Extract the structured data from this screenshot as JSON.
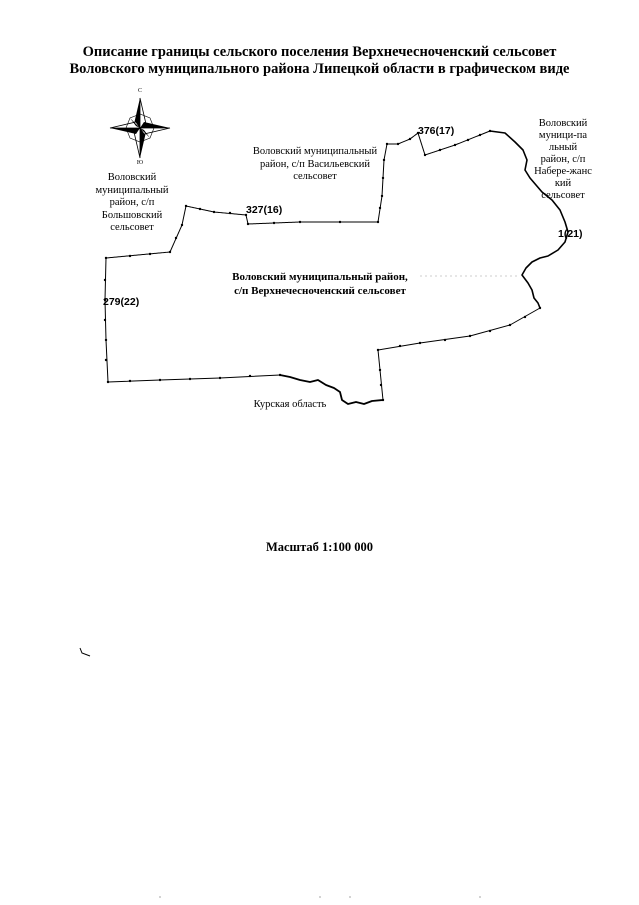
{
  "title": {
    "line1": "Описание границы сельского поселения Верхнечесноченский сельсовет",
    "line2": "Воловского муниципального района Липецкой области в графическом виде"
  },
  "compass": {
    "north": "С",
    "south": "Ю"
  },
  "neighbors": {
    "bolshovsky": [
      "Воловский",
      "муниципальный",
      "район, с/п",
      "Большовский",
      "сельсовет"
    ],
    "vasilievsky": [
      "Воловский муниципальный",
      "район, с/п Васильевский",
      "сельсовет"
    ],
    "naberezhansky": [
      "Воловский",
      "муници-па",
      "льный",
      "район, с/п",
      "Набере-жанс",
      "кий",
      "сельсовет"
    ],
    "kursk": "Курская область"
  },
  "points": {
    "p376": "376(17)",
    "p327": "327(16)",
    "p1": "1(21)",
    "p279": "279(22)"
  },
  "center_label": {
    "line1": "Воловский муниципальный район,",
    "line2": "с/п Верхнечесноченский сельсовет"
  },
  "scale": "Масштаб 1:100 000"
}
